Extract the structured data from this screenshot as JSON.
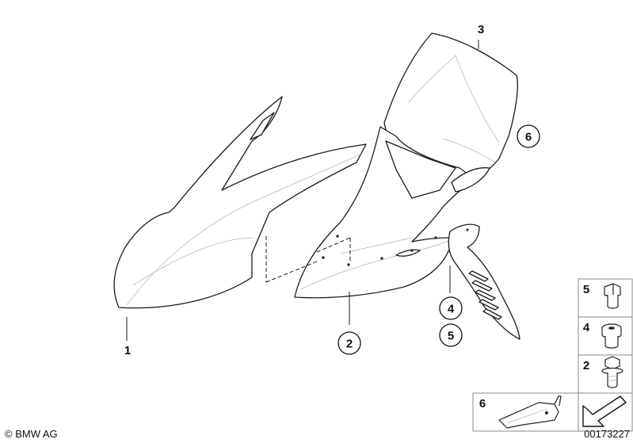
{
  "copyright": "© BMW AG",
  "diagram_number": "00173227",
  "callouts": {
    "c1": "1",
    "c2": "2",
    "c3": "3",
    "c4": "4",
    "c5": "5",
    "c6": "6"
  },
  "hardware_boxes": [
    {
      "number": "5",
      "icon": "hex-bolt-icon"
    },
    {
      "number": "4",
      "icon": "grommet-icon"
    },
    {
      "number": "2",
      "icon": "flange-bolt-icon"
    }
  ],
  "bracket_box": {
    "number": "6",
    "icon": "bracket-icon"
  },
  "colors": {
    "line": "#1a1a1a",
    "box_border": "#888888"
  }
}
